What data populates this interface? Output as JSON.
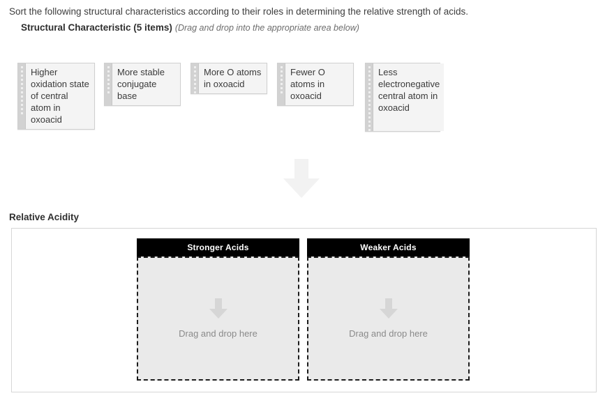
{
  "prompt": {
    "instruction": "Sort the following structural characteristics according to their roles in determining the relative strength of acids."
  },
  "item_bank": {
    "title": "Structural Characteristic (5 items)",
    "hint": "(Drag and drop into the appropriate area below)",
    "items": [
      {
        "label": "Higher oxidation state of central atom in oxoacid"
      },
      {
        "label": "More stable conjugate base"
      },
      {
        "label": "More O atoms in oxoacid"
      },
      {
        "label": "Fewer O atoms in oxoacid"
      },
      {
        "label": "Less electronegative central atom in oxoacid"
      }
    ]
  },
  "flow": {
    "arrow_icon": "down-arrow-icon"
  },
  "target": {
    "title": "Relative Acidity",
    "categories": [
      {
        "header": "Stronger Acids",
        "placeholder": "Drag and drop here",
        "arrow_icon": "down-arrow-icon"
      },
      {
        "header": "Weaker Acids",
        "placeholder": "Drag and drop here",
        "arrow_icon": "down-arrow-icon"
      }
    ]
  },
  "colors": {
    "header_bg": "#000000",
    "header_text": "#ffffff",
    "dropzone_bg": "#eaeaea",
    "dropzone_border": "#1c1c1c",
    "tile_bg": "#f4f4f4",
    "tile_handle": "#d2d2d2",
    "panel_border": "#d6d6d6",
    "flow_arrow": "#f2f2f2",
    "placeholder_text": "#8a8a8a"
  }
}
